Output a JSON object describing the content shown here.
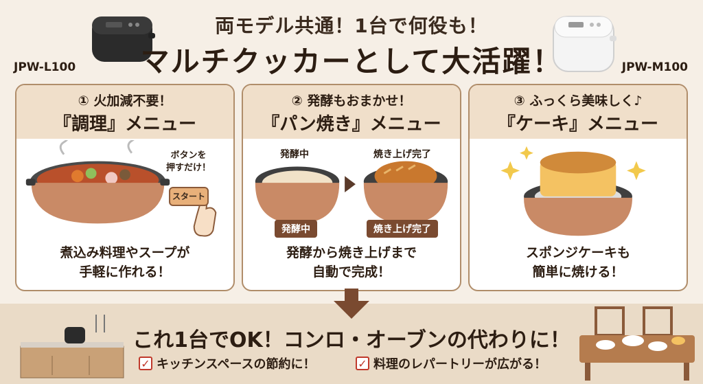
{
  "header": {
    "title_line1": "両モデル共通！1台で何役も！",
    "title_line2": "マルチクッカーとして大活躍！",
    "model_left": "JPW-L100",
    "model_right": "JPW-M100"
  },
  "cards": [
    {
      "num": "① 火加減不要！",
      "menu": "『調理』メニュー",
      "bubble": "ボタンを\n押すだけ！",
      "button": "スタート",
      "desc1": "煮込み料理やスープが",
      "desc2": "手軽に作れる！"
    },
    {
      "num": "② 発酵もおまかせ！",
      "menu": "『パン焼き』メニュー",
      "label_left": "発酵中",
      "label_right": "焼き上げ完了",
      "tag_left": "発酵中",
      "tag_right": "焼き上げ完了",
      "desc1": "発酵から焼き上げまで",
      "desc2": "自動で完成！"
    },
    {
      "num": "③ ふっくら美味しく♪",
      "menu": "『ケーキ』メニュー",
      "desc1": "スポンジケーキも",
      "desc2": "簡単に焼ける！"
    }
  ],
  "bottom": {
    "title": "これ1台でOK！コンロ・オーブンの代わりに！",
    "check1": "キッチンスペースの節約に！",
    "check2": "料理のレパートリーが広がる！"
  },
  "colors": {
    "background": "#f6efe6",
    "card_head": "#f0dfca",
    "border": "#b08d6a",
    "accent": "#7a4a30",
    "check": "#c0392b"
  }
}
